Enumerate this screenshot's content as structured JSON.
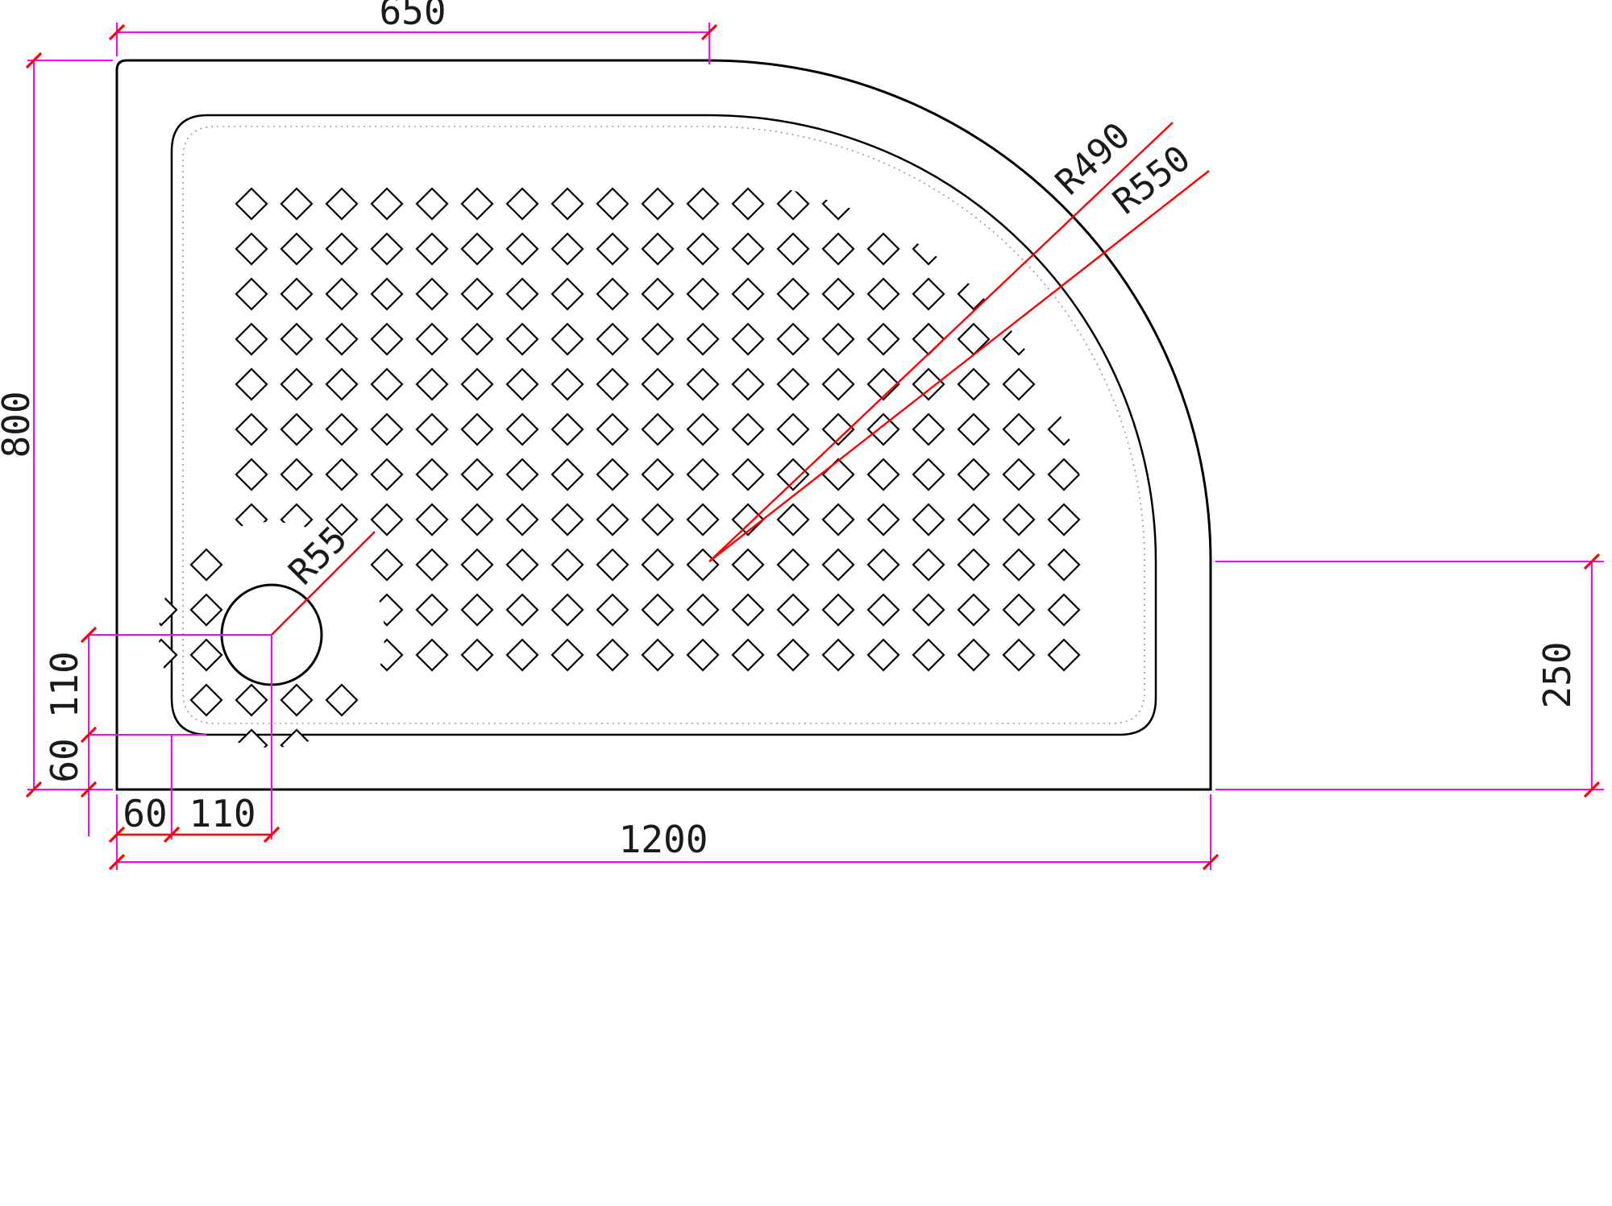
{
  "drawing": {
    "colors": {
      "outline": "#000000",
      "dimension_line": "#ff00ff",
      "radius_line": "#ff0000",
      "tick": "#ff0000",
      "text": "#1a1a1a",
      "hidden_line": "#9a9a9a"
    },
    "dimensions": {
      "top_width": "650",
      "left_height": "800",
      "overall_width": "1200",
      "right_straight_edge": "250",
      "drain_vertical_110": "110",
      "drain_vertical_60": "60",
      "drain_horizontal_60": "60",
      "drain_horizontal_110": "110",
      "drain_radius": "R55",
      "inner_corner_radius": "R490",
      "outer_corner_radius": "R550"
    }
  }
}
